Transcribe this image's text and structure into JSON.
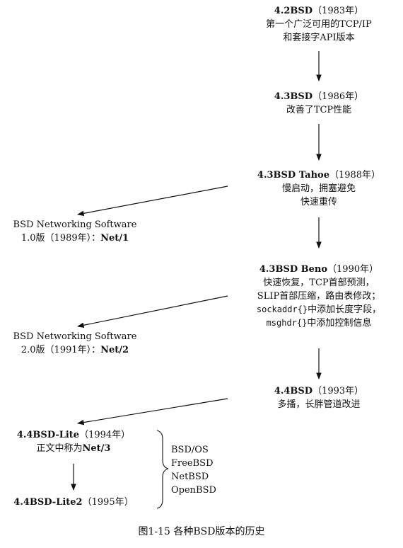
{
  "nodes": {
    "bsd42": {
      "name": "4.2BSD",
      "year": "（1983年）",
      "lines": [
        "第一个广泛可用的TCP/IP",
        "和套接字API版本"
      ]
    },
    "bsd43": {
      "name": "4.3BSD",
      "year": "（1986年）",
      "lines": [
        "改善了TCP性能"
      ]
    },
    "tahoe": {
      "name": "4.3BSD Tahoe",
      "year": "（1988年）",
      "lines": [
        "慢启动，拥塞避免",
        "快速重传"
      ]
    },
    "reno": {
      "name": "4.3BSD Beno",
      "year": "（1990年）",
      "lines": [
        "快速恢复，TCP首部预测，",
        "SLIP首部压缩，路由表修改；"
      ],
      "line3_code": "sockaddr{}",
      "line3_text": "中添加长度字段，",
      "line4_code": "msghdr{}",
      "line4_text": "中添加控制信息"
    },
    "bsd44": {
      "name": "4.4BSD",
      "year": "（1993年）",
      "lines": [
        "多播，长胖管道改进"
      ]
    },
    "net1": {
      "line1": "BSD Networking Software",
      "line2_prefix": "1.0版（1989年）：",
      "line2_bold": "Net/1"
    },
    "net2": {
      "line1": "BSD Networking Software",
      "line2_prefix": "2.0版（1991年）：",
      "line2_bold": "Net/2"
    },
    "lite": {
      "name": "4.4BSD-Lite",
      "year": "（1994年）",
      "line2_prefix": "正文中称为",
      "line2_bold": "Net/3"
    },
    "lite2": {
      "name": "4.4BSD-Lite2",
      "year": "（1995年）"
    },
    "derivatives": [
      "BSD/OS",
      "FreeBSD",
      "NetBSD",
      "OpenBSD"
    ]
  },
  "caption": "图1-15   各种BSD版本的历史"
}
